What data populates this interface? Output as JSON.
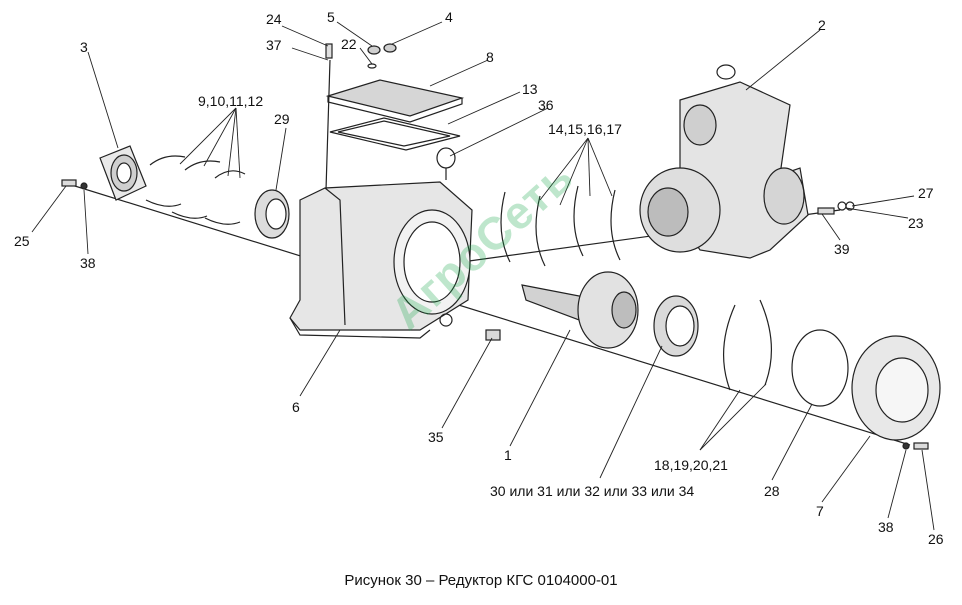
{
  "caption": "Рисунок 30 – Редуктор КГС 0104000-01",
  "watermark": "АгроСеть",
  "labels": {
    "l24": "24",
    "l5": "5",
    "l4": "4",
    "l2": "2",
    "l3": "3",
    "l37": "37",
    "l22": "22",
    "l8": "8",
    "l9_12": "9,10,11,12",
    "l13": "13",
    "l36": "36",
    "l29": "29",
    "l14_17": "14,15,16,17",
    "l27": "27",
    "l23": "23",
    "l25": "25",
    "l38a": "38",
    "l39": "39",
    "l6": "6",
    "l35": "35",
    "l1": "1",
    "l18_21": "18,19,20,21",
    "l30_34": "30 или 31 или 32 или 33 или 34",
    "l28": "28",
    "l7": "7",
    "l38b": "38",
    "l26": "26"
  }
}
